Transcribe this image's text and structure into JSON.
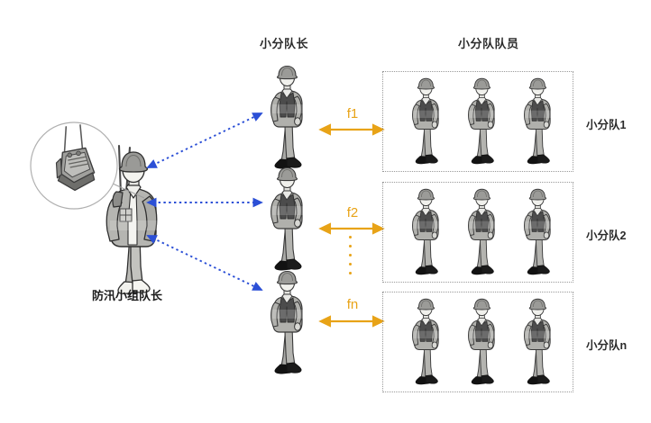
{
  "diagram": {
    "title_leader_column": "小分队长",
    "title_member_column": "小分队队员",
    "chief_label": "防汛小组队长",
    "colors": {
      "link_blue": "#2B4FD6",
      "frequency_orange": "#E8A317",
      "box_border": "#9a9a9a",
      "figure_body": "#a8a8a5",
      "figure_vest": "#4a4a4a",
      "figure_outline": "#3a3a3a",
      "background": "#ffffff"
    },
    "chief": {
      "name": "防汛小组队长",
      "device_callout": "radio-backpack-magnifier",
      "icon": "flood-chief-figure"
    },
    "uplinks": [
      {
        "id": "link-1",
        "style": "dotted-double-arrow",
        "color": "#2B4FD6"
      },
      {
        "id": "link-2",
        "style": "dotted-double-arrow",
        "color": "#2B4FD6"
      },
      {
        "id": "link-3",
        "style": "dotted-double-arrow",
        "color": "#2B4FD6"
      }
    ],
    "squads": [
      {
        "leader_icon": "squad-leader-figure",
        "frequency": "f1",
        "group_label": "小分队1",
        "member_count": 3,
        "member_icon": "squad-member-figure"
      },
      {
        "leader_icon": "squad-leader-figure",
        "frequency": "f2",
        "group_label": "小分队2",
        "member_count": 3,
        "member_icon": "squad-member-figure"
      },
      {
        "leader_icon": "squad-leader-figure",
        "frequency": "fn",
        "group_label": "小分队n",
        "member_count": 3,
        "member_icon": "squad-member-figure"
      }
    ],
    "ellipsis": {
      "dot_count": 5,
      "orientation": "vertical",
      "color": "#E8A317"
    }
  }
}
